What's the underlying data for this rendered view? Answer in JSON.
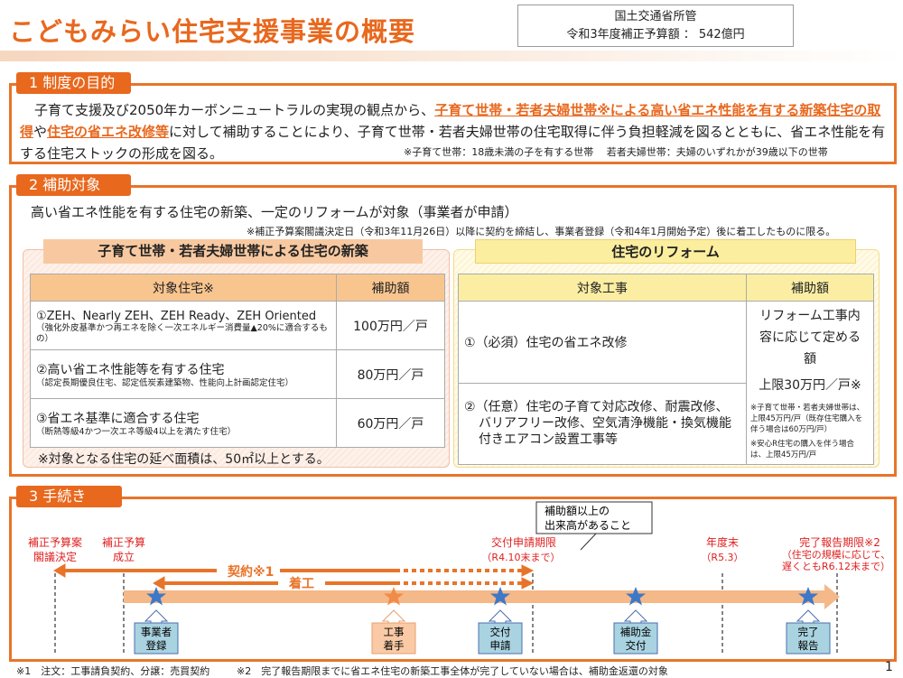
{
  "header": {
    "title": "こどもみらい住宅支援事業の概要",
    "ministry": "国土交通省所管",
    "budget": "令和3年度補正予算額 ： 542億円"
  },
  "sec1": {
    "tab": "1 制度の目的",
    "t1": "子育て支援及び2050年カーボンニュートラルの実現の観点から、",
    "h1": "子育て世帯・若者夫婦世帯※による高い省エネ性能を有する新築住宅の取得",
    "t2": "や",
    "h2": "住宅の省エネ改修等",
    "t3": "に対して補助することにより、子育て世帯・若者夫婦世帯の住宅取得に伴う負担軽減を図るとともに、省エネ性能を有する住宅ストックの形成を図る。",
    "note": "※子育て世帯：18歳未満の子を有する世帯　 若者夫婦世帯：夫婦のいずれかが39歳以下の世帯"
  },
  "sec2": {
    "tab": "2 補助対象",
    "lead": "高い省エネ性能を有する住宅の新築、一定のリフォームが対象（事業者が申請）",
    "note": "※補正予算案閣議決定日（令和3年11月26日）以降に契約を締結し、事業者登録（令和4年1月開始予定）後に着工したものに限る。",
    "new": {
      "title": "子育て世帯・若者夫婦世帯による住宅の新築",
      "col1": "対象住宅※",
      "col2": "補助額",
      "rows": [
        {
          "name": "①ZEH、Nearly ZEH、ZEH Ready、ZEH Oriented",
          "sub": "（強化外皮基準かつ再エネを除く一次エネルギー消費量▲20%に適合するもの）",
          "amount": "100万円／戸"
        },
        {
          "name": "②高い省エネ性能等を有する住宅",
          "sub": "（認定長期優良住宅、認定低炭素建築物、性能向上計画認定住宅）",
          "amount": "80万円／戸"
        },
        {
          "name": "③省エネ基準に適合する住宅",
          "sub": "（断熱等級4かつ一次エネ等級4以上を満たす住宅）",
          "amount": "60万円／戸"
        }
      ],
      "footnote": "※対象となる住宅の延べ面積は、50㎡以上とする。"
    },
    "reform": {
      "title": "住宅のリフォーム",
      "col1": "対象工事",
      "col2": "補助額",
      "rows": [
        {
          "name": "①（必須）住宅の省エネ改修"
        },
        {
          "name": "②（任意）住宅の子育て対応改修、耐震改修、バリアフリー改修、空気清浄機能・換気機能付きエアコン設置工事等"
        }
      ],
      "amount1": "リフォーム工事内容に応じて定める額",
      "amount2": "上限30万円／戸※",
      "note1": "※子育て世帯・若者夫婦世帯は、上限45万円/戸（既存住宅購入を伴う場合は60万円/戸）",
      "note2": "※安心R住宅の購入を伴う場合は、上限45万円/戸"
    }
  },
  "sec3": {
    "tab": "3 手続き",
    "m1a": "補正予算案",
    "m1b": "閣議決定",
    "m2a": "補正予算",
    "m2b": "成立",
    "m3a": "交付申請期限",
    "m3b": "（R4.10末まで）",
    "m4a": "年度末",
    "m4b": "（R5.3）",
    "m5a": "完了報告期限※2",
    "m5b": "（住宅の規模に応じて、",
    "m5c": "遅くともR6.12末まで）",
    "callout1": "補助額以上の",
    "callout2": "出来高があること",
    "contract": "契約※1",
    "start": "着工",
    "steps": [
      {
        "a": "事業者",
        "b": "登録"
      },
      {
        "a": "工事",
        "b": "着手"
      },
      {
        "a": "交付",
        "b": "申請"
      },
      {
        "a": "補助金",
        "b": "交付"
      },
      {
        "a": "完了",
        "b": "報告"
      }
    ]
  },
  "footer": {
    "note1": "※1　注文：工事請負契約、分譲：売買契約",
    "note2": "※2　完了報告期限までに省エネ住宅の新築工事全体が完了していない場合は、補助金返還の対象",
    "page": "1"
  }
}
